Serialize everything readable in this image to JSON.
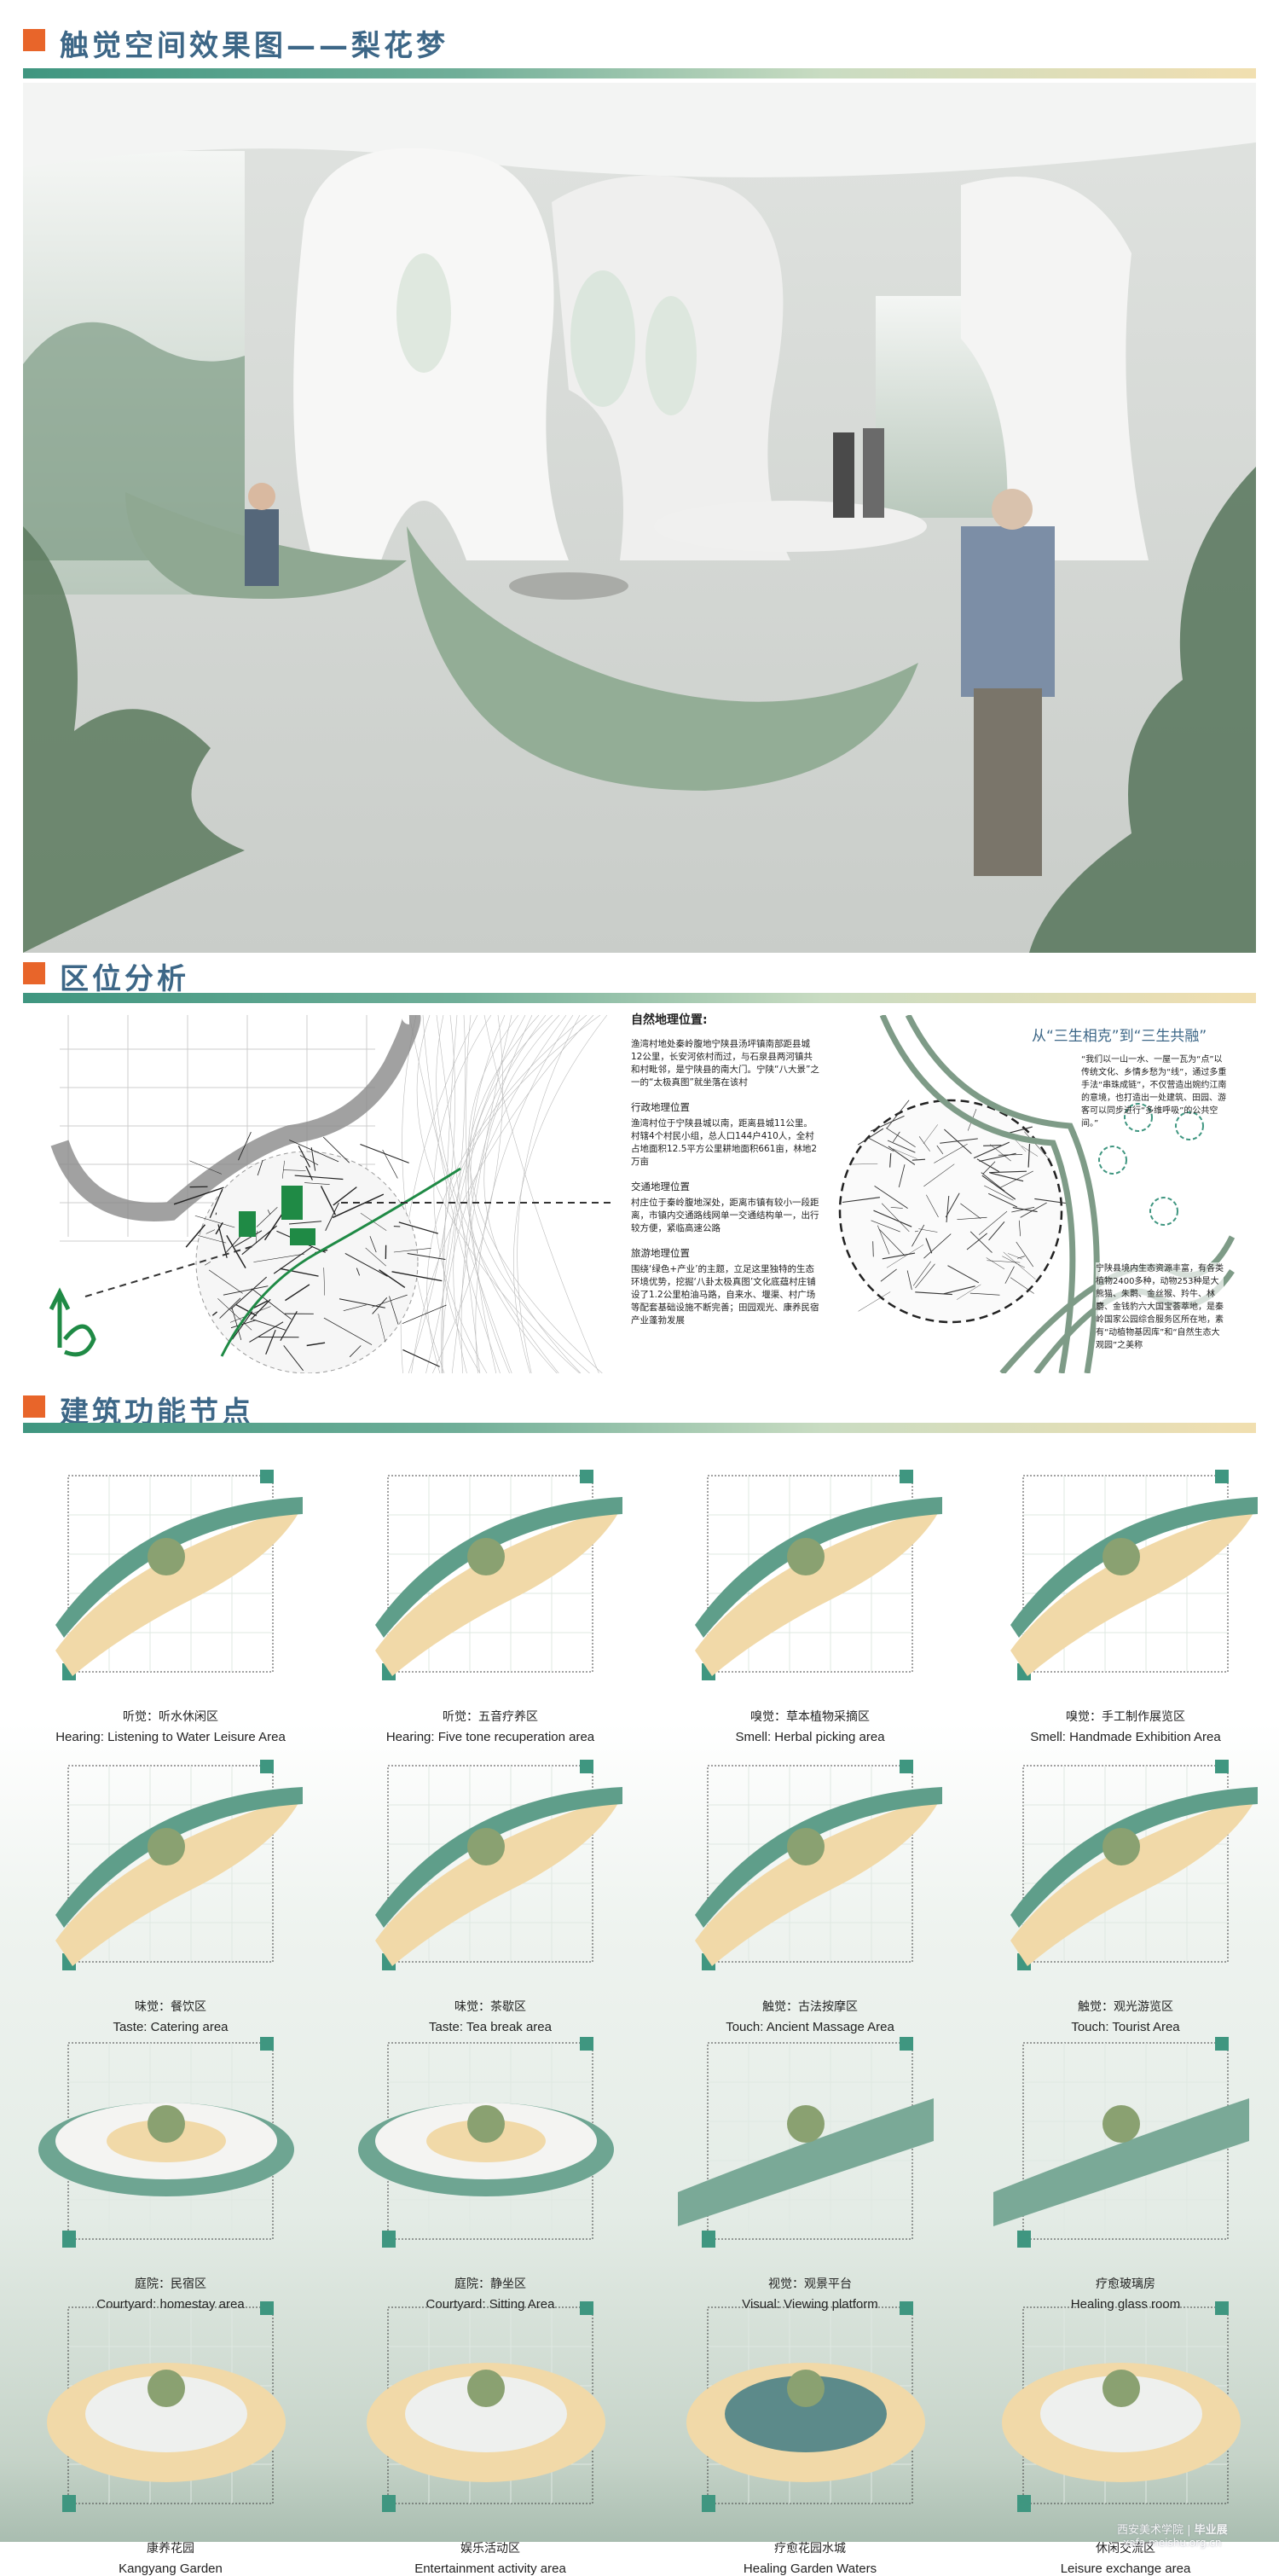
{
  "sections": {
    "render_title": "触觉空间效果图——梨花梦",
    "location_title": "区位分析",
    "nodes_title": "建筑功能节点"
  },
  "location": {
    "natural_heading": "自然地理位置:",
    "natural_text": "渔湾村地处秦岭腹地宁陕县汤坪镇南部距县城12公里，长安河依村而过，与石泉县两河镇共和村毗邻，是宁陕县的南大门。宁陕“八大景”之一的“太极真图”就坐落在该村",
    "admin_heading": "行政地理位置",
    "admin_text": "渔湾村位于宁陕县城以南，距离县城11公里。村辖4个村民小组，总人口144户410人，全村占地面积12.5平方公里耕地面积661亩，林地2万亩",
    "traffic_heading": "交通地理位置",
    "traffic_text": "村庄位于秦岭腹地深处，距离市镇有较小一段距离，市镇内交通路线网单一交通结构单一，出行较方便，紧临高速公路",
    "tourism_heading": "旅游地理位置",
    "tourism_text": "围绕‘绿色+产业’的主题，立足这里独特的生态环境优势，挖掘‘八卦太极真图’文化底蕴村庄铺设了1.2公里柏油马路，自来水、堰渠、村广场等配套基础设施不断完善；田园观光、康养民宿产业蓬勃发展",
    "right_title": "从“三生相克”到“三生共融”",
    "quote": "“我们以一山一水、一屋一瓦为“点”以传统文化、乡情乡愁为“线”，通过多重手法“串珠成链”，不仅营造出婉约江南的意境，也打造出一处建筑、田园、游客可以同步进行“多维呼吸”的公共空间。”",
    "ecology_text": "宁陕县境内生态资源丰富，有各类植物2400多种，动物253种是大熊猫、朱鹮、金丝猴、羚牛、林麝、金钱豹六大国宝荟萃地，是秦岭国家公园综合服务区所在地，素有“动植物基因库”和“自然生态大观园”之美称"
  },
  "nodes": [
    {
      "cn": "听觉：听水休闲区",
      "en": "Hearing: Listening to Water Leisure Area"
    },
    {
      "cn": "听觉：五音疗养区",
      "en": "Hearing: Five tone recuperation area"
    },
    {
      "cn": "嗅觉：草本植物采摘区",
      "en": "Smell: Herbal picking area"
    },
    {
      "cn": "嗅觉：手工制作展览区",
      "en": "Smell: Handmade Exhibition Area"
    },
    {
      "cn": "味觉：餐饮区",
      "en": "Taste: Catering area"
    },
    {
      "cn": "味觉：茶歇区",
      "en": "Taste: Tea break area"
    },
    {
      "cn": "触觉：古法按摩区",
      "en": "Touch: Ancient Massage Area"
    },
    {
      "cn": "触觉：观光游览区",
      "en": "Touch: Tourist Area"
    },
    {
      "cn": "庭院：民宿区",
      "en": "Courtyard: homestay area"
    },
    {
      "cn": "庭院：静坐区",
      "en": "Courtyard: Sitting Area"
    },
    {
      "cn": "视觉：观景平台",
      "en": "Visual: Viewing platform"
    },
    {
      "cn": "疗愈玻璃房",
      "en": "Healing glass room"
    },
    {
      "cn": "康养花园",
      "en": "Kangyang Garden"
    },
    {
      "cn": "娱乐活动区",
      "en": "Entertainment activity area"
    },
    {
      "cn": "疗愈花园水城",
      "en": "Healing Garden Waters"
    },
    {
      "cn": "休闲交流区",
      "en": "Leisure exchange area"
    }
  ],
  "watermark": {
    "school": "西安美术学院",
    "event": "毕业展",
    "url": "xafa.meishu.org.cn"
  },
  "colors": {
    "accent": "#e8652a",
    "title": "#3d6787",
    "teal": "#3f9680",
    "sand": "#f1d9a8"
  }
}
